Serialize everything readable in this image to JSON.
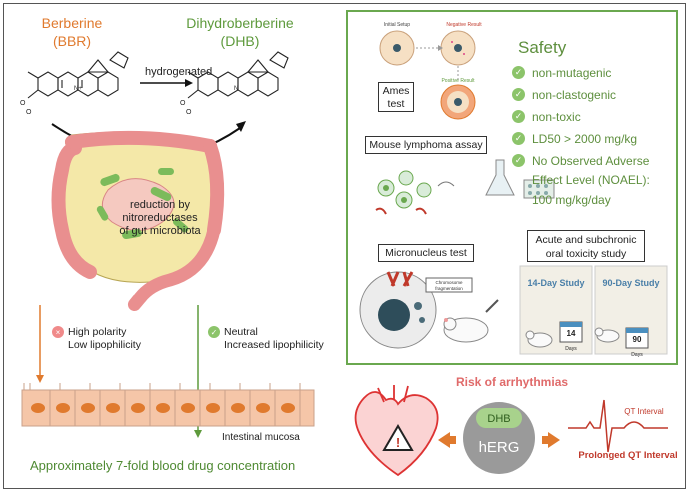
{
  "left": {
    "bbr_name": "Berberine",
    "bbr_abbr": "(BBR)",
    "dhb_name": "Dihydroberberine",
    "dhb_abbr": "(DHB)",
    "reaction_label": "hydrogenated",
    "gut_label_1": "reduction by",
    "gut_label_2": "nitroreductases",
    "gut_label_3": "of gut microbiota",
    "bbr_property_1": "High polarity",
    "bbr_property_2": "Low lipophilicity",
    "dhb_property_1": "Neutral",
    "dhb_property_2": "Increased lipophilicity",
    "mucosa_label": "Intestinal mucosa",
    "blood_concentration": "Approximately 7-fold blood drug concentration"
  },
  "safety": {
    "title": "Safety",
    "items": [
      "non-mutagenic",
      "non-clastogenic",
      "non-toxic",
      "LD50 > 2000 mg/kg",
      "No Observed Adverse"
    ],
    "noael_line_2": "Effect Level (NOAEL):",
    "noael_line_3": "100 mg/kg/day",
    "ames_label_1": "Ames",
    "ames_label_2": "test",
    "ames_initial": "Initial Setup",
    "ames_negative": "Negative Result",
    "ames_positive": "Positive Result",
    "lymphoma_label": "Mouse lymphoma assay",
    "micronucleus_label": "Micronucleus test",
    "chromosome_label_1": "Chromosome",
    "chromosome_label_2": "fragmentation",
    "oral_label_1": "Acute and subchronic",
    "oral_label_2": "oral toxicity study",
    "study_14_title": "14-Day Study",
    "study_90_title": "90-Day Study",
    "study_14_num": "14",
    "study_90_num": "90",
    "days_label": "Days"
  },
  "cardiac": {
    "risk_label": "Risk of arrhythmias",
    "dhb_badge": "DHB",
    "herg_label": "hERG",
    "qt_interval": "QT Interval",
    "prolonged_qt": "Prolonged QT Interval",
    "warning_symbol": "!"
  },
  "colors": {
    "orange": "#e07a2e",
    "green": "#5e9a3c",
    "red": "#c0392b"
  }
}
